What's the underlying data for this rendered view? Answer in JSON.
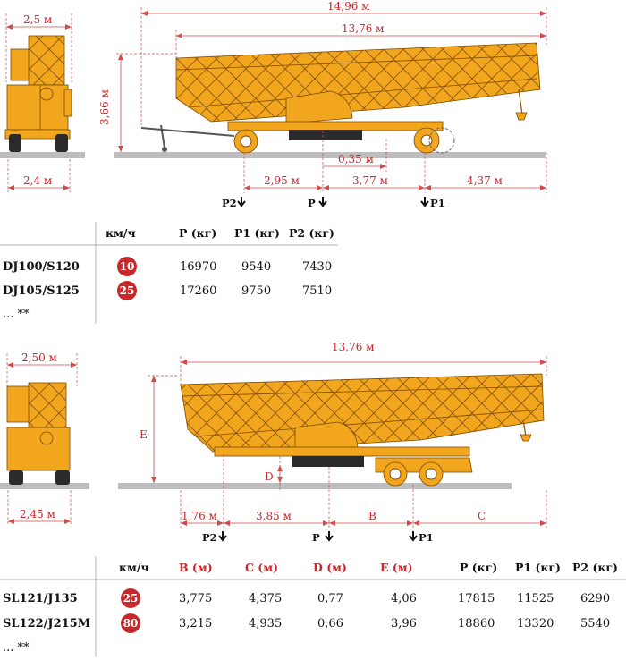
{
  "top": {
    "dims": {
      "width_front": "2,5 м",
      "track_front": "2,4 м",
      "height": "3,66 м",
      "total_length": "14,96 м",
      "boom_length": "13,76 м",
      "d_p2_p": "2,95 м",
      "d_p_p1": "3,77 м",
      "d_p1_end": "4,37 м",
      "offset": "0,35 м"
    },
    "loads": {
      "p2": "P2",
      "p": "P",
      "p1": "P1"
    },
    "table": {
      "headers": [
        "км/ч",
        "P (кг)",
        "P1 (кг)",
        "P2 (кг)"
      ],
      "rows": [
        {
          "model": "DJ100/S120",
          "speed": "10",
          "p": "16970",
          "p1": "9540",
          "p2": "7430"
        },
        {
          "model": "DJ105/S125",
          "speed": "25",
          "p": "17260",
          "p1": "9750",
          "p2": "7510"
        }
      ],
      "more": "... **"
    }
  },
  "bottom": {
    "dims": {
      "width_front": "2,50 м",
      "track_front": "2,45 м",
      "height": "E",
      "boom_length": "13,76 м",
      "d_front": "1,76 м",
      "d_p2_p": "3,85 м",
      "d_p_p1": "B",
      "d_p1_end": "C",
      "offset": "D"
    },
    "loads": {
      "p2": "P2",
      "p": "P",
      "p1": "P1"
    },
    "table": {
      "headers": [
        "км/ч",
        "B (м)",
        "C (м)",
        "D (м)",
        "E (м)",
        "P (кг)",
        "P1 (кг)",
        "P2 (кг)"
      ],
      "rows": [
        {
          "model": "SL121/J135",
          "speed": "25",
          "b": "3,775",
          "c": "4,375",
          "d": "0,77",
          "e": "4,06",
          "p": "17815",
          "p1": "11525",
          "p2": "6290"
        },
        {
          "model": "SL122/J215M",
          "speed": "80",
          "b": "3,215",
          "c": "4,935",
          "d": "0,66",
          "e": "3,96",
          "p": "18860",
          "p1": "13320",
          "p2": "5540"
        }
      ],
      "more": "... **"
    }
  }
}
